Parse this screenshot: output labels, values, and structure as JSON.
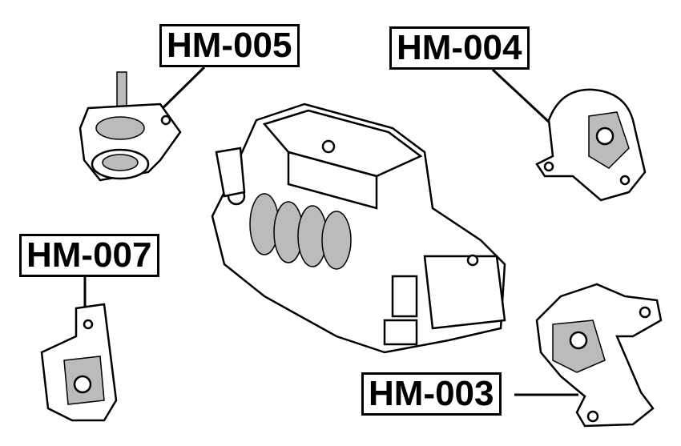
{
  "labels": {
    "hm005": "HM-005",
    "hm004": "HM-004",
    "hm007": "HM-007",
    "hm003": "HM-003"
  }
}
